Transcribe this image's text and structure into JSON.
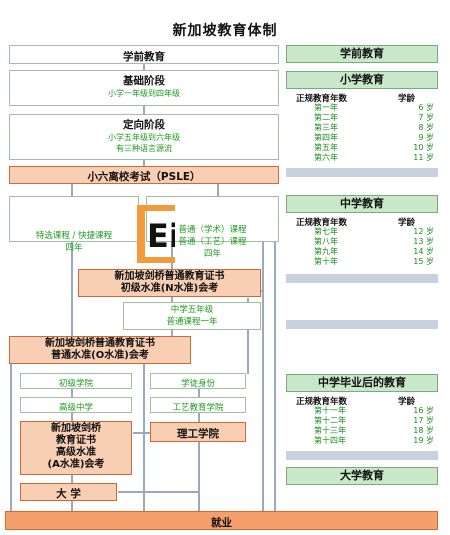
{
  "title": "新加坡教育体制",
  "left": {
    "preschool": "学前教育",
    "foundation": {
      "title": "基础阶段",
      "sub": "小学一年级到四年级"
    },
    "orientation": {
      "title": "定向阶段",
      "sub1": "小学五年级到六年级",
      "sub2": "有三种语言源流"
    },
    "psle": "小六离校考试（PSLE）",
    "special_express": "特选课程 / 快捷课程\n四年",
    "normal": "普通（学术）课程\n普通（工艺）课程\n四年",
    "n_level": {
      "line1": "新加坡剑桥普通教育证书",
      "line2": "初级水准(N水准)会考"
    },
    "sec5": {
      "line1": "中学五年级",
      "line2": "普通课程一年"
    },
    "o_level": {
      "line1": "新加坡剑桥普通教育证书",
      "line2": "普通水准(O水准)会考"
    },
    "junior_college": "初级学院",
    "apprentice": "学徒身份",
    "centralised": "高级中学",
    "ite": "工艺教育学院",
    "a_level": {
      "line1": "新加坡剑桥",
      "line2": "教育证书",
      "line3": "高级水准",
      "line4": "(A水准)会考"
    },
    "polytechnic": "理工学院",
    "university": "大 学",
    "employment": "就业"
  },
  "right": {
    "preschool_head": "学前教育",
    "primary_head": "小学教育",
    "primary_table": {
      "col1": "正规教育年数",
      "col2": "学龄",
      "rows": [
        {
          "year": "第一年",
          "age": "6 岁"
        },
        {
          "year": "第二年",
          "age": "7 岁"
        },
        {
          "year": "第三年",
          "age": "8 岁"
        },
        {
          "year": "第四年",
          "age": "9 岁"
        },
        {
          "year": "第五年",
          "age": "10 岁"
        },
        {
          "year": "第六年",
          "age": "11 岁"
        }
      ]
    },
    "secondary_head": "中学教育",
    "secondary_table": {
      "col1": "正规教育年数",
      "col2": "学龄",
      "rows": [
        {
          "year": "第七年",
          "age": "12 岁"
        },
        {
          "year": "第八年",
          "age": "13 岁"
        },
        {
          "year": "第九年",
          "age": "14 岁"
        },
        {
          "year": "第十年",
          "age": "15 岁"
        }
      ]
    },
    "post_secondary_head": "中学毕业后的教育",
    "post_table": {
      "col1": "正规教育年数",
      "col2": "学龄",
      "rows": [
        {
          "year": "第十一年",
          "age": "16 岁"
        },
        {
          "year": "第十二年",
          "age": "17 岁"
        },
        {
          "year": "第十三年",
          "age": "18 岁"
        },
        {
          "year": "第十四年",
          "age": "19 岁"
        }
      ]
    },
    "university_head": "大学教育"
  },
  "colors": {
    "green_border": "#9ec29e",
    "green_head": "#c9e8c9",
    "peach": "#f9cfb4",
    "orange": "#f5a06c",
    "connector": "#9aa9c0"
  },
  "logo_text": "Ei"
}
